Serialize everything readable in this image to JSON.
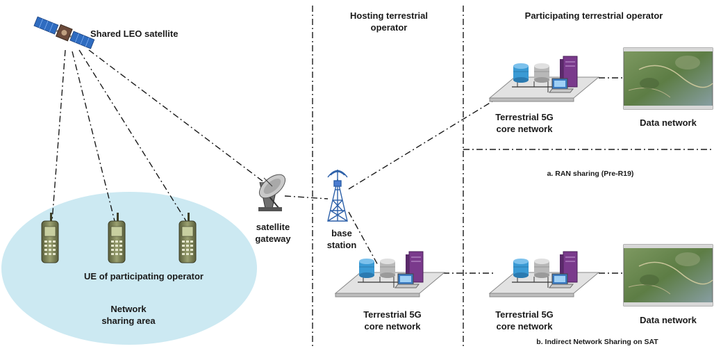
{
  "colors": {
    "line": "#1a1a1a",
    "ellipse_fill": "#cce9f2",
    "cylinder_blue": "#3a9ad4",
    "cylinder_gray": "#b8b8b8",
    "server_purple": "#7a3a8c",
    "platform": "#e2e2e2",
    "map_green": "#5d7d45"
  },
  "labels": {
    "satellite": "Shared LEO satellite",
    "hosting_operator": "Hosting terrestrial\noperator",
    "participating_operator": "Participating terrestrial operator",
    "core_top": "Terrestrial 5G\ncore network",
    "data_network_top": "Data network",
    "ran_sharing": "a. RAN sharing (Pre-R19)",
    "gateway": "satellite\ngateway",
    "base_station": "base\nstation",
    "ue": "UE of participating operator",
    "sharing_area": "Network\nsharing area",
    "core_hosting": "Terrestrial 5G\ncore network",
    "core_participating_bottom": "Terrestrial 5G\ncore network",
    "data_network_bottom": "Data network",
    "indirect_sharing": "b. Indirect Network Sharing on SAT"
  },
  "icons": [
    "satellite-icon",
    "phone-icon",
    "dish-antenna-icon",
    "tower-icon",
    "core-network-icon",
    "map-icon"
  ]
}
